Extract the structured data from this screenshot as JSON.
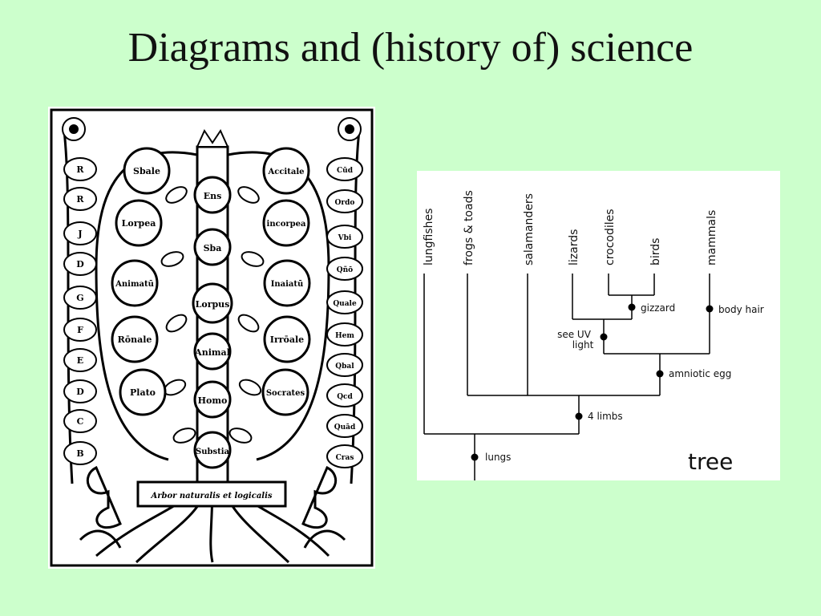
{
  "slide": {
    "title": "Diagrams and (history of) science"
  },
  "woodcut": {
    "scroll_caption": "Arbor naturalis et logicalis",
    "trunk_nodes": [
      "Ens",
      "Sba",
      "Lorpus",
      "Animal",
      "Homo",
      "Substia"
    ],
    "left_circles": [
      "Sbale",
      "Lorpea",
      "Animatū",
      "Rōnale",
      "Plato"
    ],
    "right_circles": [
      "Accitale",
      "incorpea",
      "Inaiatū",
      "Irrōale",
      "Socrates"
    ],
    "left_leaves": [
      "R",
      "R",
      "J",
      "D",
      "G",
      "F",
      "E",
      "D",
      "C",
      "B"
    ],
    "right_leaves": [
      "Cūd",
      "Ordo",
      "Vbi",
      "Qñō",
      "Quale",
      "Hem",
      "Qbal",
      "Qcd",
      "Quād",
      "Cras"
    ]
  },
  "cladogram": {
    "taxa": [
      "lungfishes",
      "frogs & toads",
      "salamanders",
      "lizards",
      "crocodiles",
      "birds",
      "mammals"
    ],
    "traits": {
      "gizzard": "gizzard",
      "body_hair": "body hair",
      "see_uv_line1": "see UV",
      "see_uv_line2": "light",
      "amniotic_egg": "amniotic egg",
      "four_limbs": "4 limbs",
      "lungs": "lungs"
    },
    "caption": "tree"
  }
}
